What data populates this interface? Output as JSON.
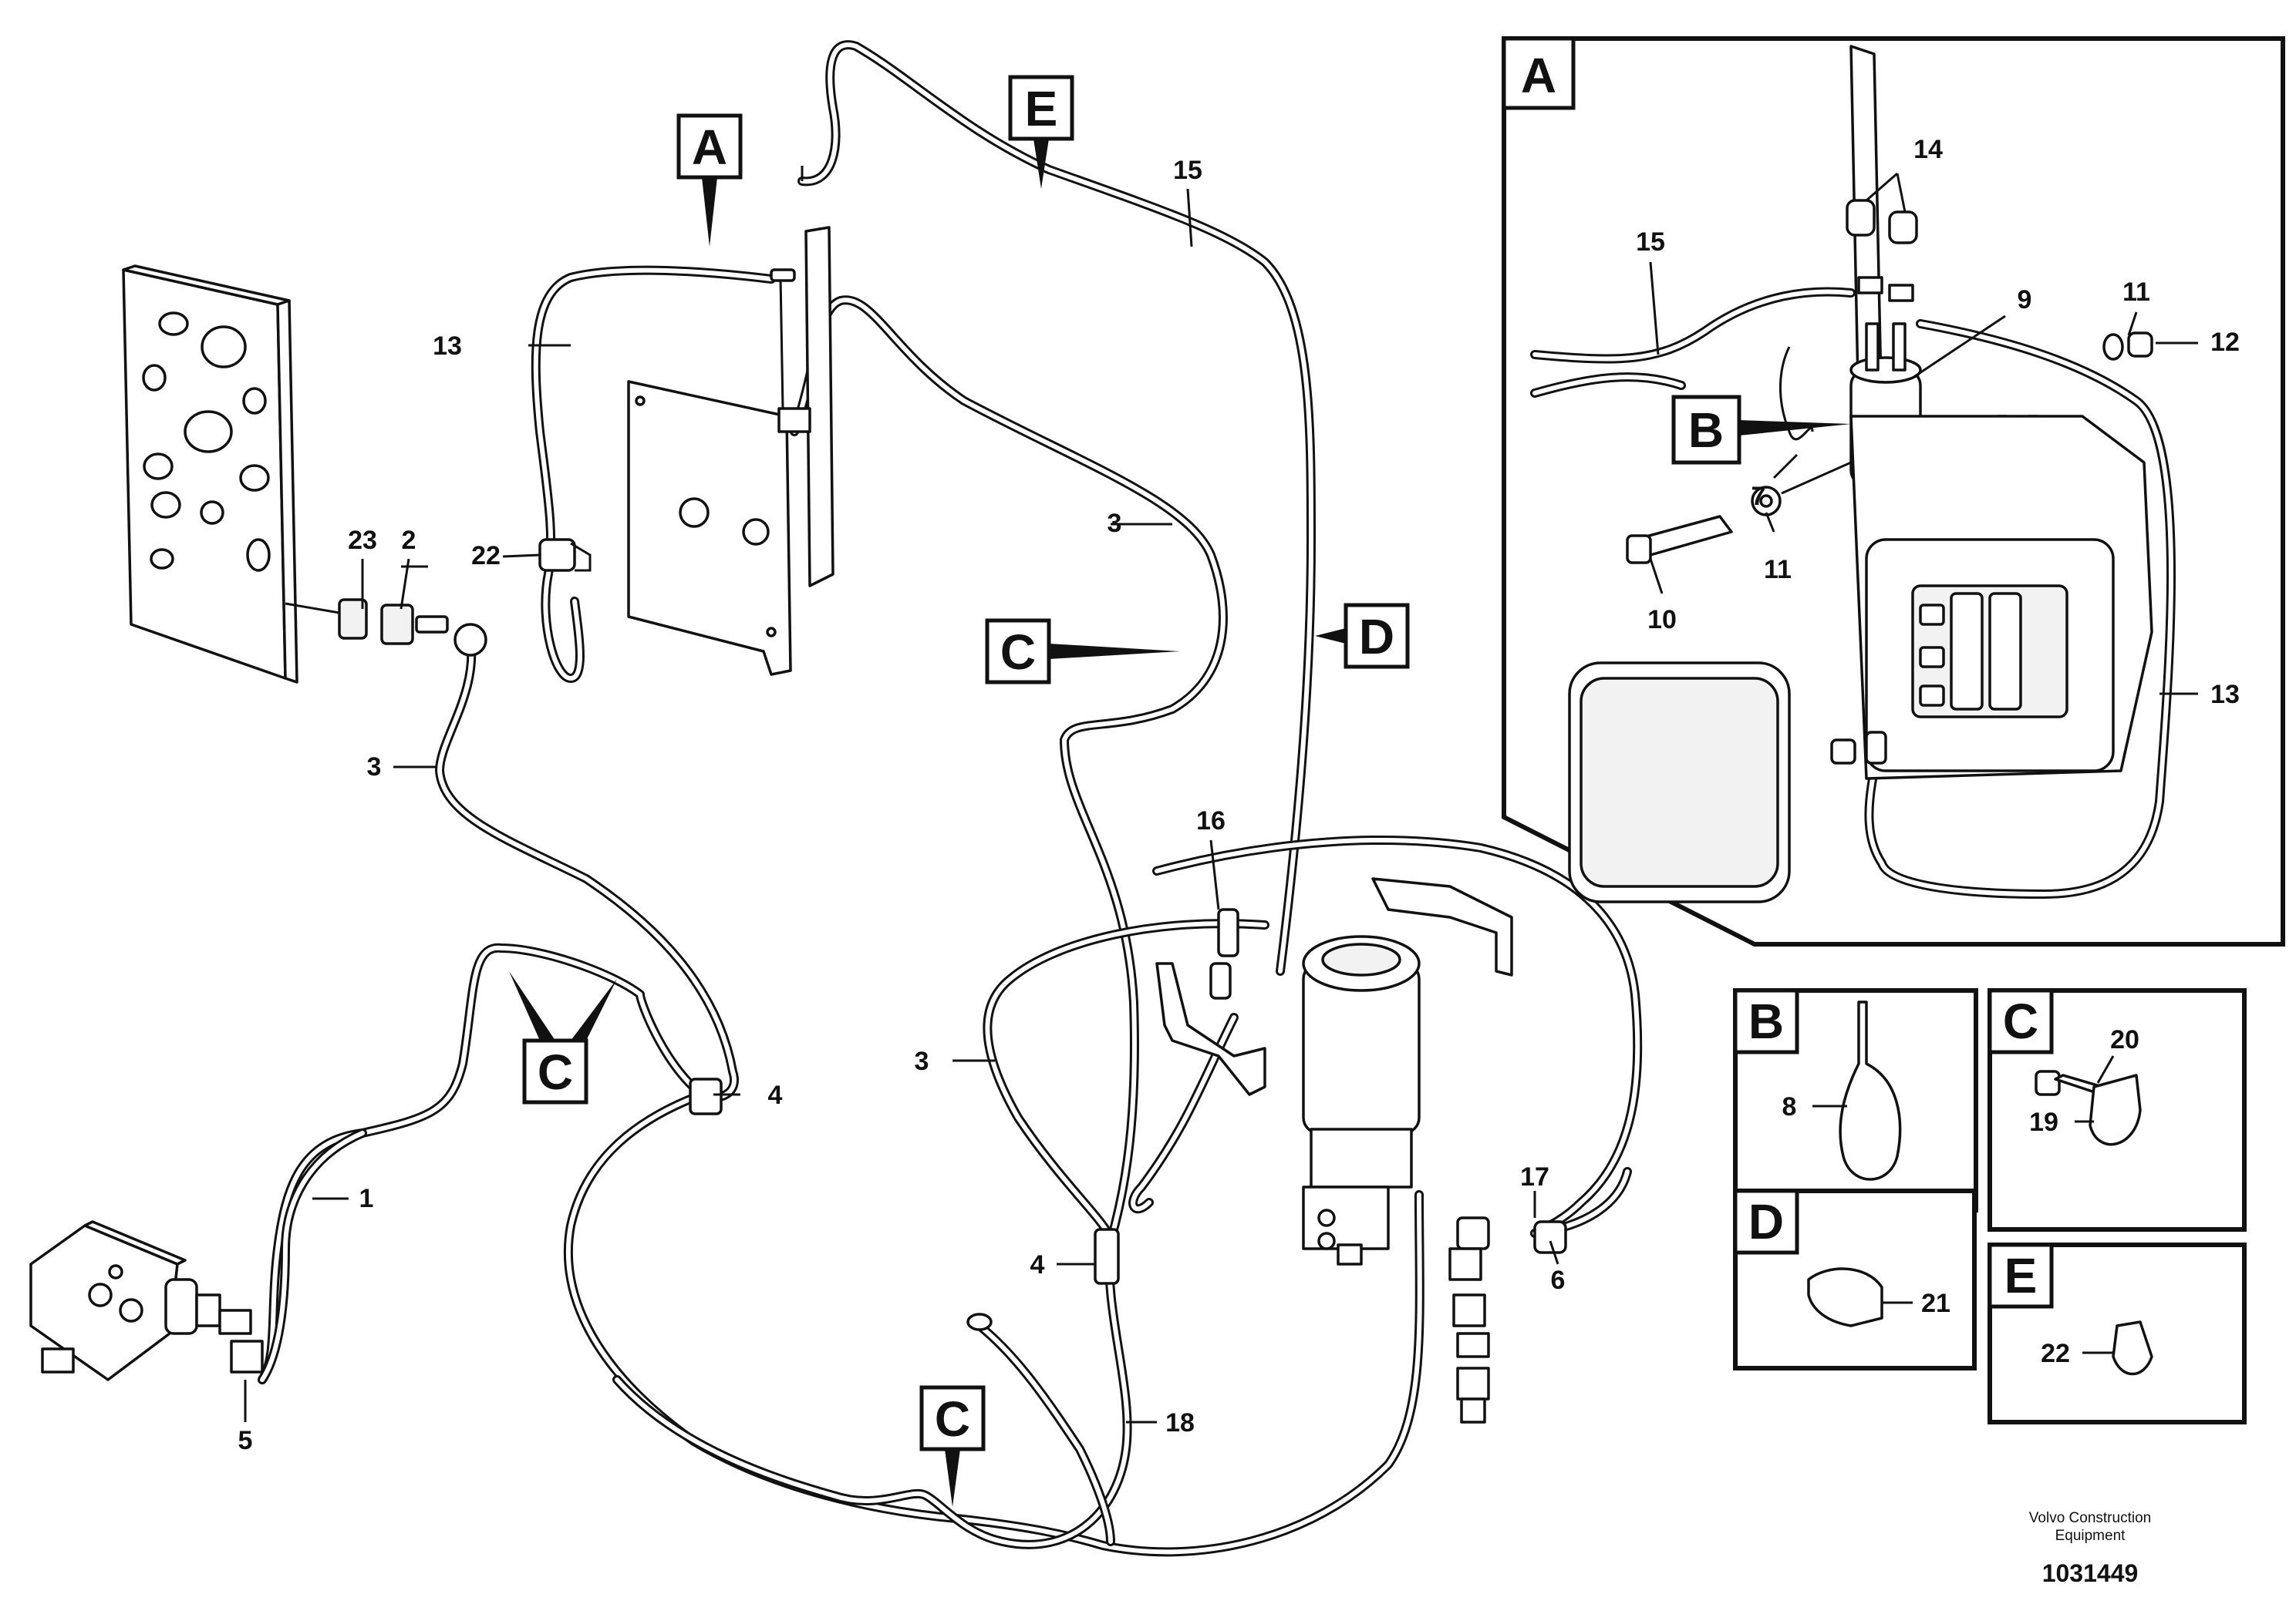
{
  "callouts": {
    "c1": "1",
    "c2": "2",
    "c3a": "3",
    "c3b": "3",
    "c3c": "3",
    "c4a": "4",
    "c4b": "4",
    "c5": "5",
    "c6": "6",
    "c13": "13",
    "c15": "15",
    "c16": "16",
    "c17": "17",
    "c18": "18",
    "c22": "22",
    "c23": "23"
  },
  "view_refs": {
    "A": "A",
    "B": "B",
    "C": "C",
    "D": "D",
    "E": "E"
  },
  "detail_a": {
    "title": "A",
    "labels": {
      "c7": "7",
      "c9": "9",
      "c10": "10",
      "c11a": "11",
      "c11b": "11",
      "c12": "12",
      "c13": "13",
      "c14": "14",
      "c15": "15"
    }
  },
  "detail_b": {
    "title": "B",
    "part": "8"
  },
  "detail_c": {
    "title": "C",
    "part_bolt": "20",
    "part_clamp": "19"
  },
  "detail_d": {
    "title": "D",
    "part": "21"
  },
  "detail_e": {
    "title": "E",
    "part": "22"
  },
  "footer": {
    "credit_line1": "Volvo Construction",
    "credit_line2": "Equipment",
    "doc_number": "1031449"
  }
}
